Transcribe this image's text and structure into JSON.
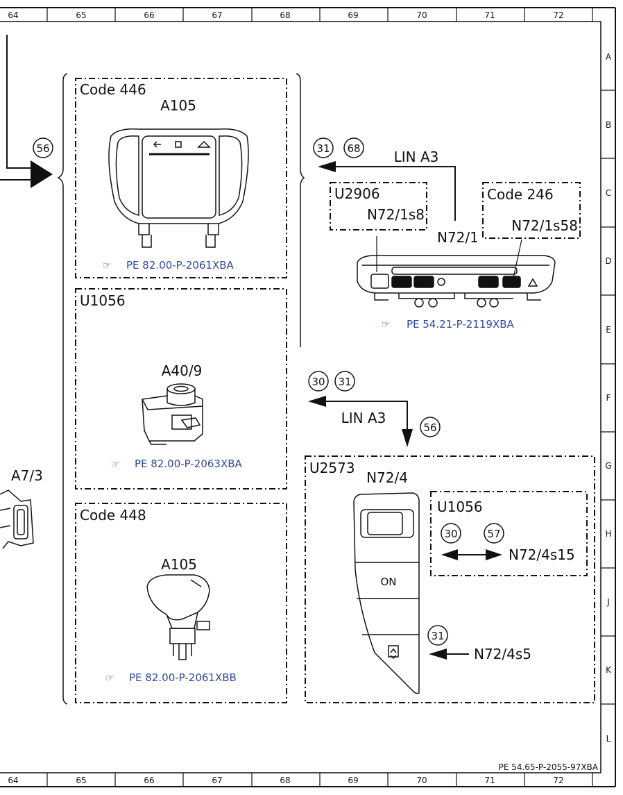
{
  "grid": {
    "columns": [
      "64",
      "65",
      "66",
      "67",
      "68",
      "69",
      "70",
      "71",
      "72"
    ],
    "rows": [
      "A",
      "B",
      "C",
      "D",
      "E",
      "F",
      "G",
      "H",
      "J",
      "K",
      "L"
    ]
  },
  "footer_code": "PE 54.65-P-2055-97XBA",
  "connectors": {
    "c56_left": "56",
    "c31_top": "31",
    "c68_top": "68",
    "c30_mid": "30",
    "c31_mid": "31",
    "c56_mid": "56",
    "c30_inner": "30",
    "c57_inner": "57",
    "c31_bottom": "31"
  },
  "signals": {
    "lin_top": "LIN A3",
    "lin_mid": "LIN A3"
  },
  "boxes": {
    "code446": {
      "title": "Code 446",
      "component": "A105",
      "ref": "PE 82.00-P-2061XBA"
    },
    "u1056_left": {
      "title": "U1056",
      "component": "A40/9",
      "ref": "PE 82.00-P-2063XBA"
    },
    "code448": {
      "title": "Code 448",
      "component": "A105",
      "ref": "PE 82.00-P-2061XBB"
    },
    "u2906": {
      "title": "U2906",
      "component": "N72/1s8"
    },
    "code246": {
      "title": "Code 246",
      "component": "N72/1s58"
    },
    "u2573": {
      "title": "U2573",
      "component": "N72/4"
    },
    "u1056_right": {
      "title": "U1056",
      "component": "N72/4s15"
    }
  },
  "control_unit": {
    "label": "N72/1",
    "ref": "PE 54.21-P-2119XBA"
  },
  "switch_label": "N72/4s5",
  "switch_on_label": "ON",
  "side_component": "A7/3"
}
